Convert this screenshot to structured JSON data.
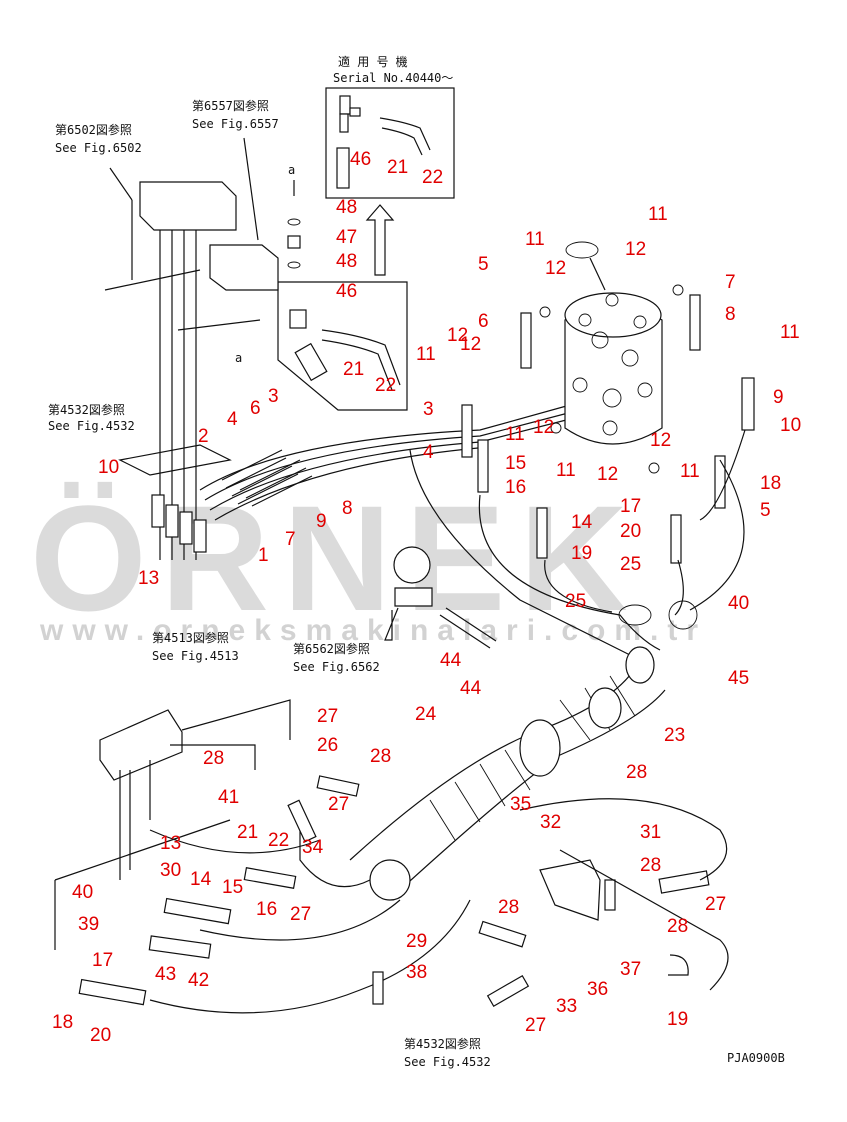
{
  "serial_box": {
    "line1": "適 用 号 機",
    "line2": "Serial No.40440～"
  },
  "references": [
    {
      "jp": "第6557図参照",
      "en": "See Fig.6557"
    },
    {
      "jp": "第6502図参照",
      "en": "See Fig.6502"
    },
    {
      "jp": "第4532図参照",
      "en": "See Fig.4532"
    },
    {
      "jp": "第6562図参照",
      "en": "See Fig.6562"
    },
    {
      "jp": "第4513図参照",
      "en": "See Fig.4513"
    },
    {
      "jp": "第4532図参照",
      "en": "See Fig.4532"
    }
  ],
  "marker_a": "a",
  "drawing_code": "PJA0900B",
  "watermark": {
    "brand": "ÖRNEK",
    "url": "www.orneksmakinalari.com.tr"
  },
  "part_numbers": [
    "46",
    "21",
    "22",
    "48",
    "47",
    "48",
    "46",
    "21",
    "22",
    "11",
    "12",
    "5",
    "11",
    "12",
    "7",
    "8",
    "11",
    "12",
    "6",
    "12",
    "11",
    "3",
    "11",
    "12",
    "9",
    "10",
    "12",
    "4",
    "15",
    "16",
    "12",
    "11",
    "11",
    "17",
    "18",
    "5",
    "4",
    "6",
    "3",
    "2",
    "10",
    "8",
    "9",
    "7",
    "1",
    "13",
    "14",
    "19",
    "20",
    "25",
    "25",
    "40",
    "44",
    "45",
    "44",
    "24",
    "23",
    "28",
    "27",
    "26",
    "28",
    "28",
    "41",
    "27",
    "21",
    "22",
    "34",
    "35",
    "32",
    "31",
    "28",
    "13",
    "14",
    "15",
    "16",
    "27",
    "30",
    "40",
    "39",
    "28",
    "27",
    "28",
    "17",
    "18",
    "43",
    "42",
    "29",
    "38",
    "37",
    "36",
    "33",
    "27",
    "19",
    "20"
  ]
}
